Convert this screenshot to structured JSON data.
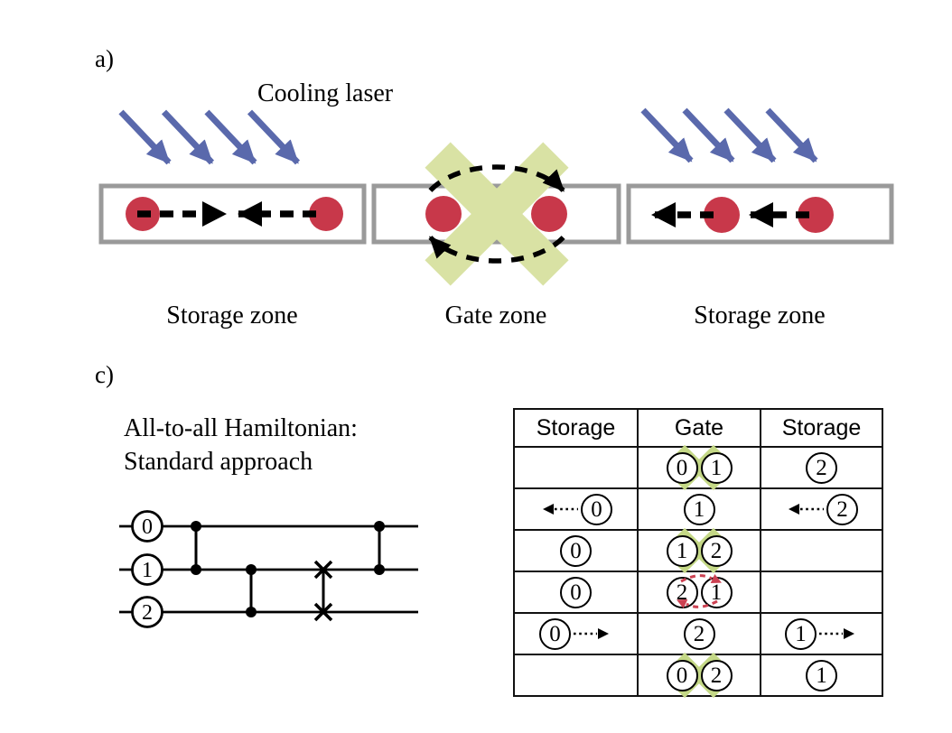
{
  "figure": {
    "panel_a": {
      "label": "a)",
      "cooling_laser_label": "Cooling laser",
      "zone_labels": [
        "Storage zone",
        "Gate zone",
        "Storage zone"
      ]
    },
    "panel_c": {
      "label": "c)",
      "heading_line1": "All-to-all Hamiltonian:",
      "heading_line2": "Standard approach",
      "circuit": {
        "qubit_labels": [
          "0",
          "1",
          "2"
        ],
        "gates": [
          {
            "type": "cz",
            "wires": [
              0,
              1
            ]
          },
          {
            "type": "cz",
            "wires": [
              1,
              2
            ]
          },
          {
            "type": "swap",
            "wires": [
              1,
              2
            ]
          },
          {
            "type": "cz",
            "wires": [
              0,
              1
            ]
          }
        ]
      },
      "table": {
        "headers": [
          "Storage",
          "Gate",
          "Storage"
        ],
        "rows": [
          {
            "left": {
              "ions": []
            },
            "gate": {
              "ions": [
                "0",
                "1"
              ],
              "beam": true,
              "swap": false
            },
            "right": {
              "ions": [
                "2"
              ]
            }
          },
          {
            "left": {
              "ions": [
                "0"
              ],
              "move": "left"
            },
            "gate": {
              "ions": [
                "1"
              ],
              "beam": false,
              "swap": false
            },
            "right": {
              "ions": [
                "2"
              ],
              "move": "left"
            }
          },
          {
            "left": {
              "ions": [
                "0"
              ]
            },
            "gate": {
              "ions": [
                "1",
                "2"
              ],
              "beam": true,
              "swap": false
            },
            "right": {
              "ions": []
            }
          },
          {
            "left": {
              "ions": [
                "0"
              ]
            },
            "gate": {
              "ions": [
                "2",
                "1"
              ],
              "beam": false,
              "swap": true
            },
            "right": {
              "ions": []
            }
          },
          {
            "left": {
              "ions": [
                "0"
              ],
              "move": "right"
            },
            "gate": {
              "ions": [
                "2"
              ],
              "beam": false,
              "swap": false
            },
            "right": {
              "ions": [
                "1"
              ],
              "move": "right"
            }
          },
          {
            "left": {
              "ions": []
            },
            "gate": {
              "ions": [
                "0",
                "2"
              ],
              "beam": true,
              "swap": false
            },
            "right": {
              "ions": [
                "1"
              ]
            }
          }
        ]
      }
    }
  },
  "colors": {
    "ion_red": "#C8384A",
    "gate_beam_green": "#D9E2A4",
    "table_beam_green": "#C4D886",
    "cooling_laser_blue": "#5A69AC",
    "swap_arrow_red": "#CC4152",
    "trap_border_gray": "#9A9A9A",
    "line_black": "#000000"
  }
}
